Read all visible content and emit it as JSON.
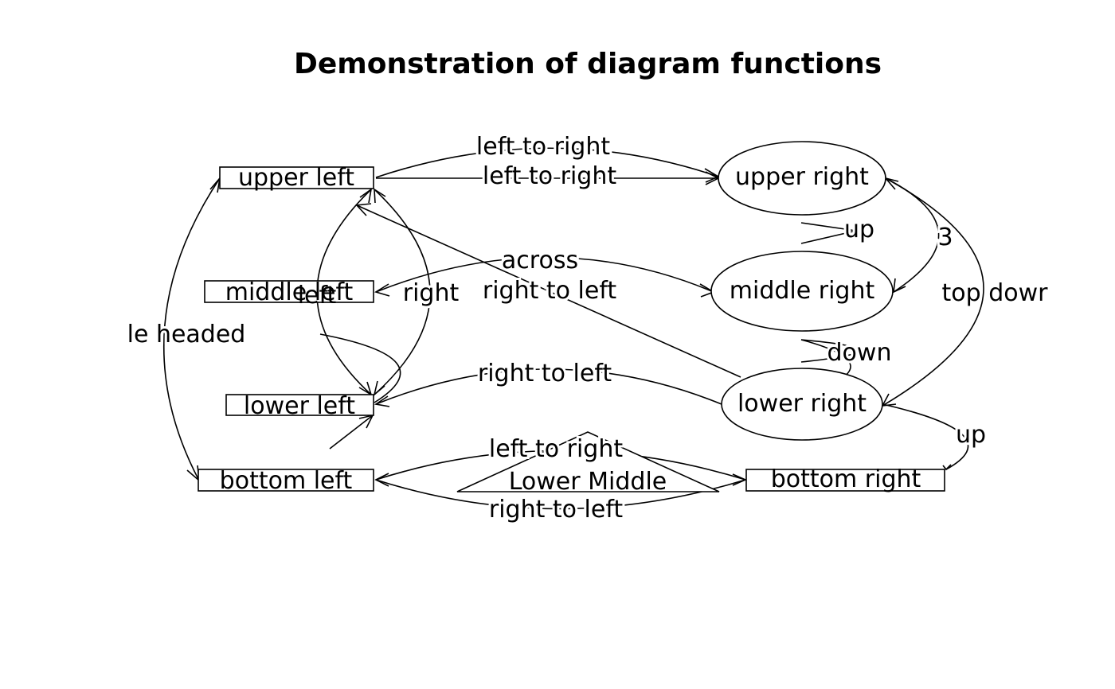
{
  "title": "Demonstration of diagram functions",
  "nodes": {
    "upper_left": "upper left",
    "middle_left": "middle left",
    "lower_left": "lower left",
    "bottom_left": "bottom left",
    "upper_right": "upper right",
    "middle_right": "middle right",
    "lower_right": "lower right",
    "bottom_right": "bottom right",
    "lower_middle": "Lower Middle"
  },
  "edge_labels": {
    "ul_ur_curved": "left to right",
    "ul_ur_straight": "left to right",
    "across": "across",
    "lr_ul": "right to left",
    "lr_ll": "right to left",
    "bl_br": "left to right",
    "br_bl": "right to left",
    "ml_left": "left",
    "ml_right": "right",
    "double_headed": "le headed",
    "ur_self": "up",
    "ur_mr": "3",
    "top_down": "top dowr",
    "mr_self": "down",
    "lr_br": "up"
  }
}
